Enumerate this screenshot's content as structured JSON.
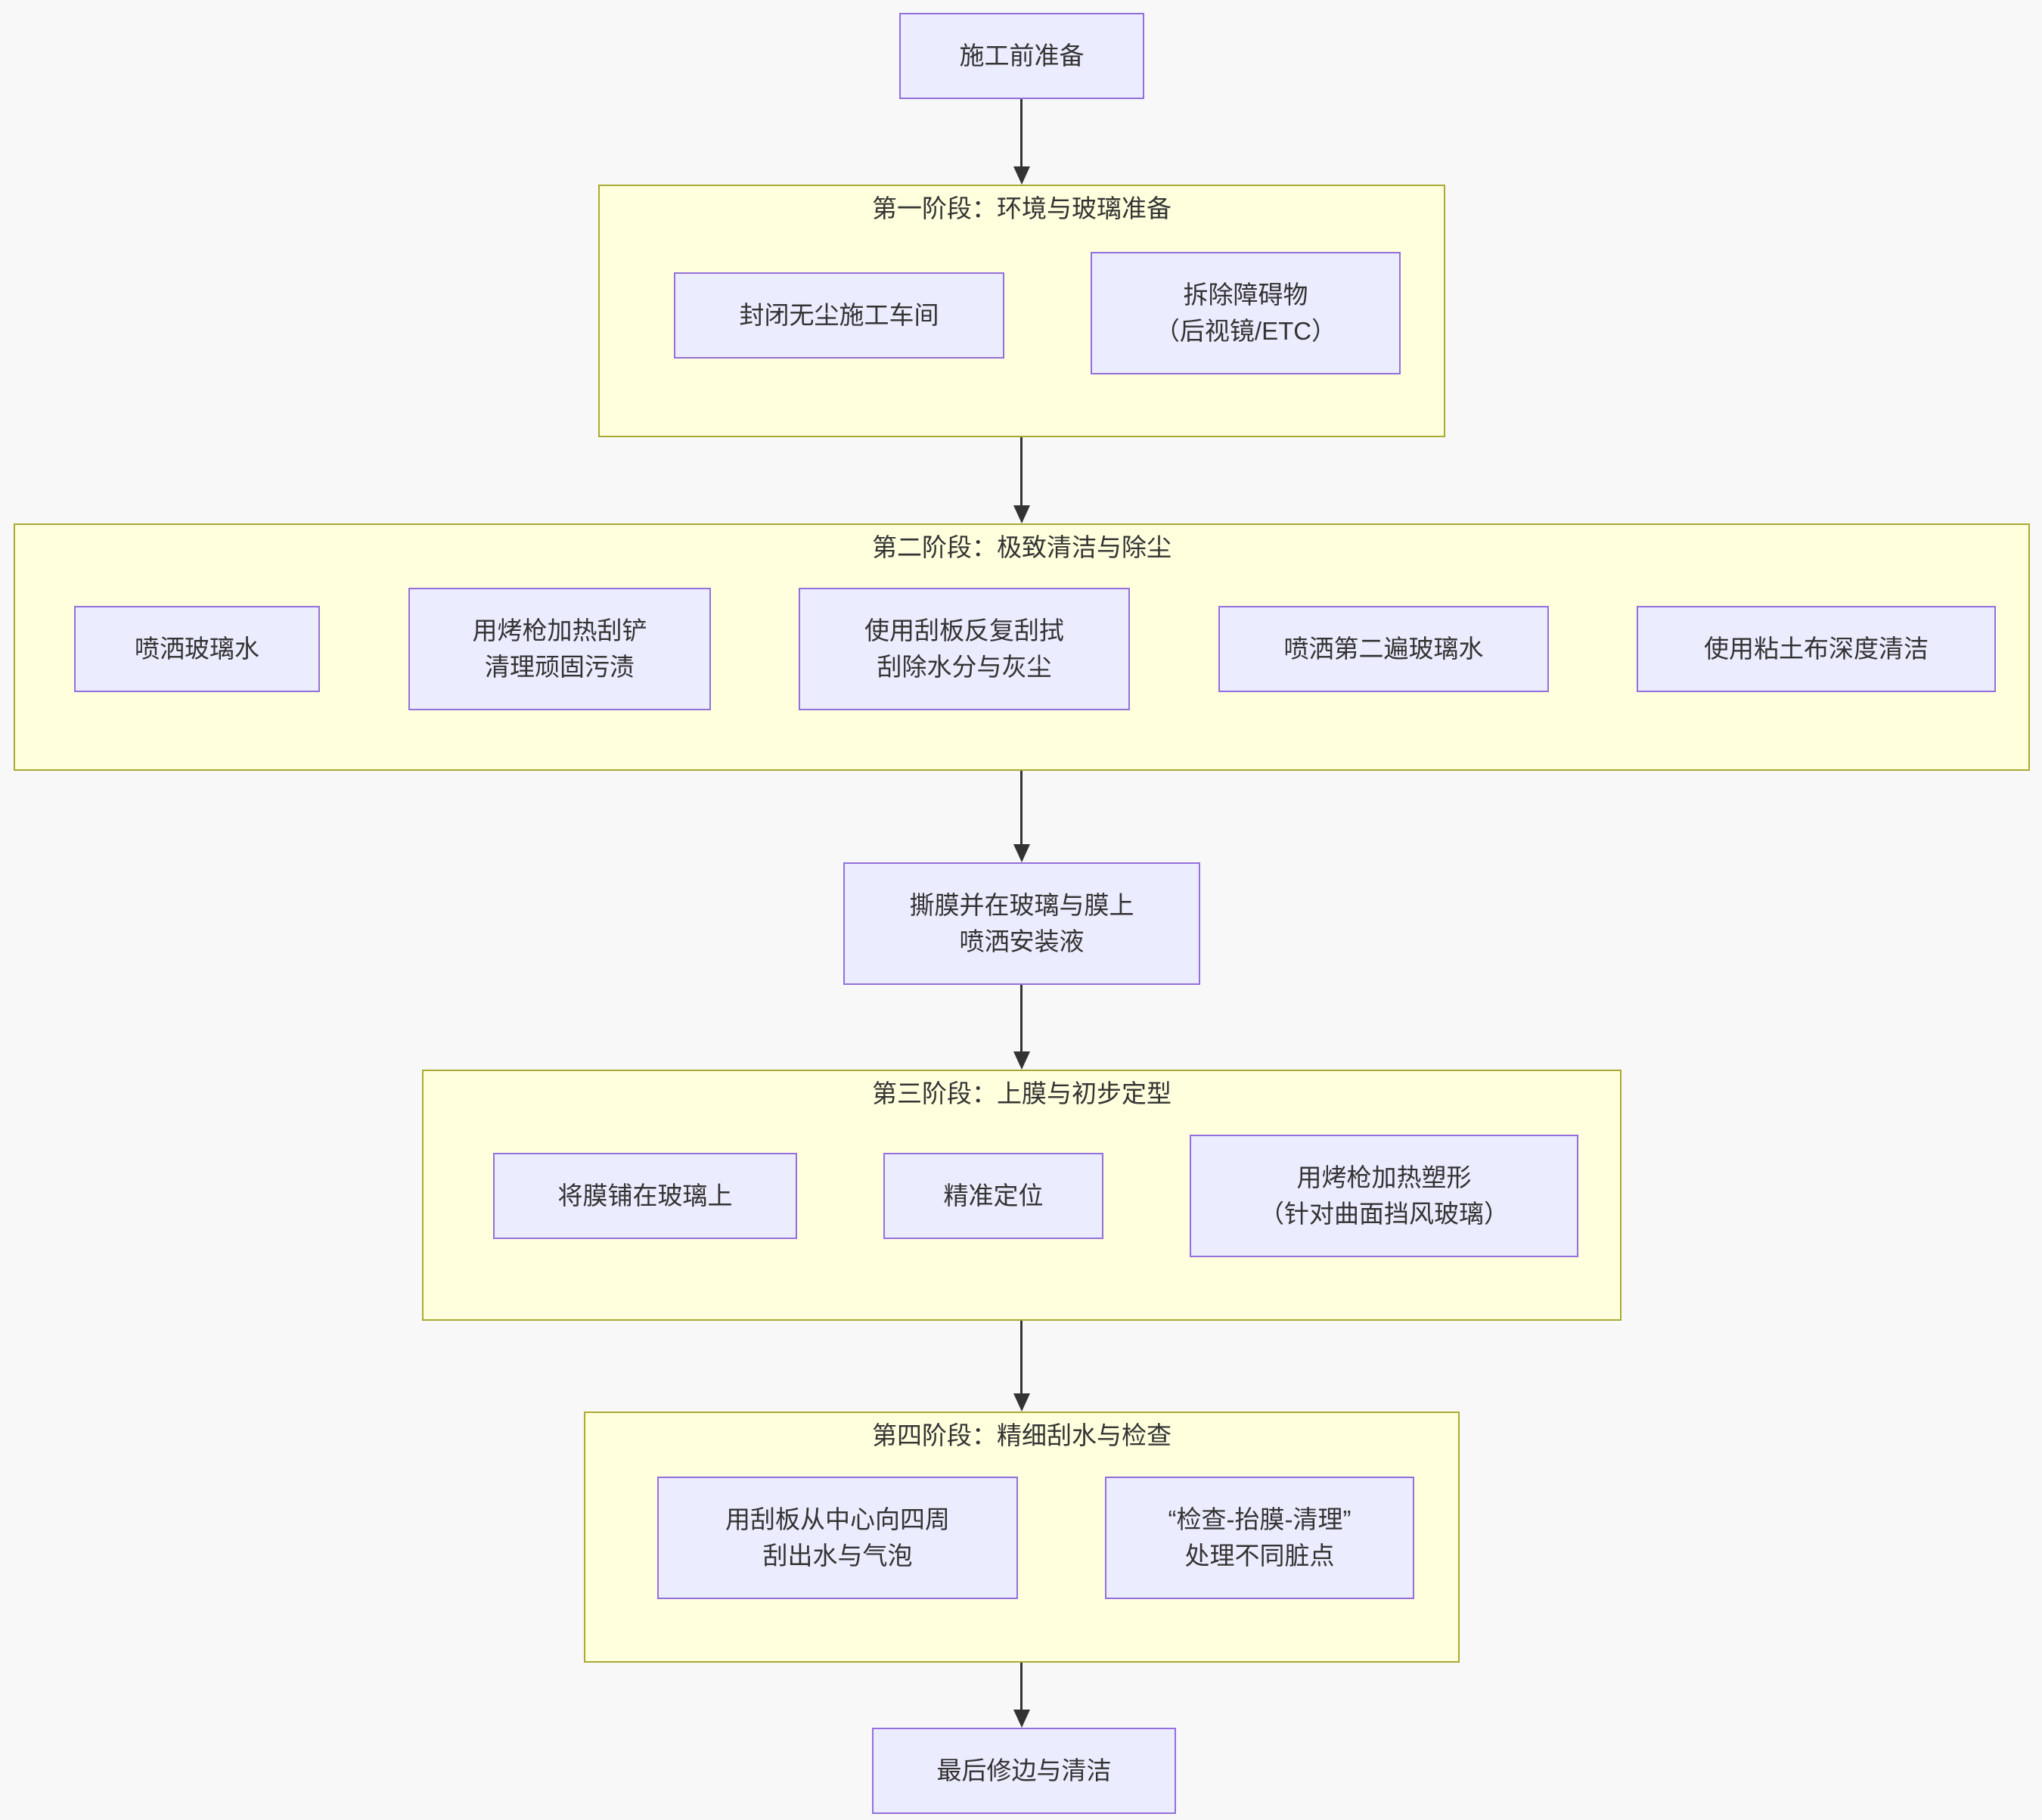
{
  "colors": {
    "background": "#F8F8F8",
    "node_fill": "#ECECFF",
    "node_border": "#9370DB",
    "cluster_fill": "#FFFFDE",
    "cluster_border": "#AAAA33",
    "arrow": "#333333",
    "text": "#333333"
  },
  "nodes": {
    "start": {
      "label": "施工前准备"
    },
    "spray": {
      "line1": "撕膜并在玻璃与膜上",
      "line2": "喷洒安装液"
    },
    "final": {
      "label": "最后修边与清洁"
    }
  },
  "stages": [
    {
      "title": "第一阶段：环境与玻璃准备",
      "steps": [
        [
          "封闭无尘施工车间"
        ],
        [
          "拆除障碍物",
          "（后视镜/ETC）"
        ]
      ]
    },
    {
      "title": "第二阶段：极致清洁与除尘",
      "steps": [
        [
          "喷洒玻璃水"
        ],
        [
          "用烤枪加热刮铲",
          "清理顽固污渍"
        ],
        [
          "使用刮板反复刮拭",
          "刮除水分与灰尘"
        ],
        [
          "喷洒第二遍玻璃水"
        ],
        [
          "使用粘土布深度清洁"
        ]
      ]
    },
    {
      "title": "第三阶段：上膜与初步定型",
      "steps": [
        [
          "将膜铺在玻璃上"
        ],
        [
          "精准定位"
        ],
        [
          "用烤枪加热塑形",
          "（针对曲面挡风玻璃）"
        ]
      ]
    },
    {
      "title": "第四阶段：精细刮水与检查",
      "steps": [
        [
          "用刮板从中心向四周",
          "刮出水与气泡"
        ],
        [
          "“检查-抬膜-清理”",
          "处理不同脏点"
        ]
      ]
    }
  ]
}
